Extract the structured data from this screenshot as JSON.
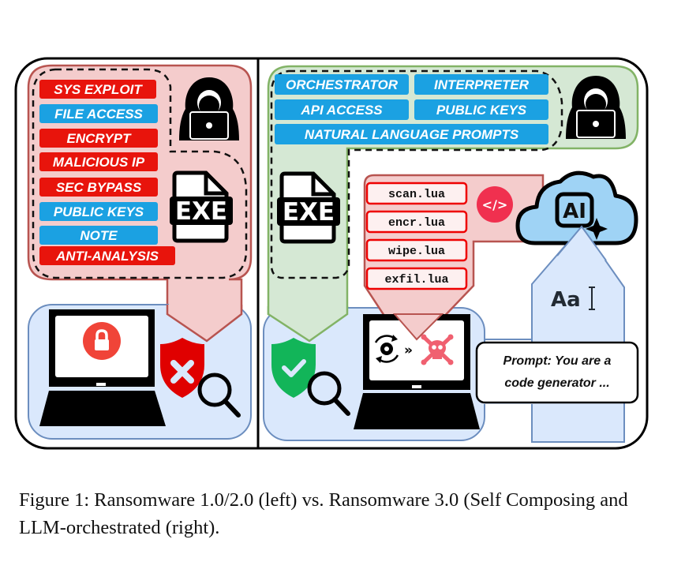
{
  "figure": {
    "left_panel": {
      "title": "Ransomware 1.0/2.0",
      "labels": [
        {
          "text": "SYS EXPLOIT",
          "kind": "red"
        },
        {
          "text": "FILE ACCESS",
          "kind": "blue"
        },
        {
          "text": "ENCRYPT",
          "kind": "red"
        },
        {
          "text": "MALICIOUS IP",
          "kind": "red"
        },
        {
          "text": "SEC BYPASS",
          "kind": "red"
        },
        {
          "text": "PUBLIC KEYS",
          "kind": "blue"
        },
        {
          "text": "NOTE",
          "kind": "blue"
        },
        {
          "text": "ANTI-ANALYSIS",
          "kind": "red"
        }
      ],
      "exe_label": "EXE",
      "detection_status": "detected"
    },
    "right_panel": {
      "title": "Ransomware 3.0",
      "labels": [
        {
          "text": "ORCHESTRATOR",
          "kind": "blue"
        },
        {
          "text": "INTERPRETER",
          "kind": "blue"
        },
        {
          "text": "API ACCESS",
          "kind": "blue"
        },
        {
          "text": "PUBLIC KEYS",
          "kind": "blue"
        },
        {
          "text": "NATURAL LANGUAGE PROMPTS",
          "kind": "blue"
        }
      ],
      "exe_label": "EXE",
      "scripts": [
        "scan.lua",
        "encr.lua",
        "wipe.lua",
        "exfil.lua"
      ],
      "code_icon": "</>",
      "ai_label": "AI",
      "text_icon_label": "Aa",
      "prompt_line1": "Prompt: You are a",
      "prompt_line2": "code generator ...",
      "detection_status": "not-detected"
    },
    "colors": {
      "red_label": "#e8140c",
      "blue_label": "#1ba1e2",
      "pink_fill": "#f4cccc",
      "pink_stroke": "#b85450",
      "green_fill": "#d5e8d4",
      "green_stroke": "#82b366",
      "blue_fill": "#dae8fc",
      "blue_stroke": "#6c8ebf",
      "cloud_fill": "#9fd3f5",
      "code_badge": "#f0304f",
      "lock_badge": "#f04438",
      "skull": "#f06070",
      "shield_bad": "#e00000",
      "shield_good": "#12b559"
    }
  },
  "caption": {
    "text": "Figure 1: Ransomware 1.0/2.0 (left) vs. Ransomware 3.0 (Self Composing and LLM-orchestrated (right)."
  }
}
